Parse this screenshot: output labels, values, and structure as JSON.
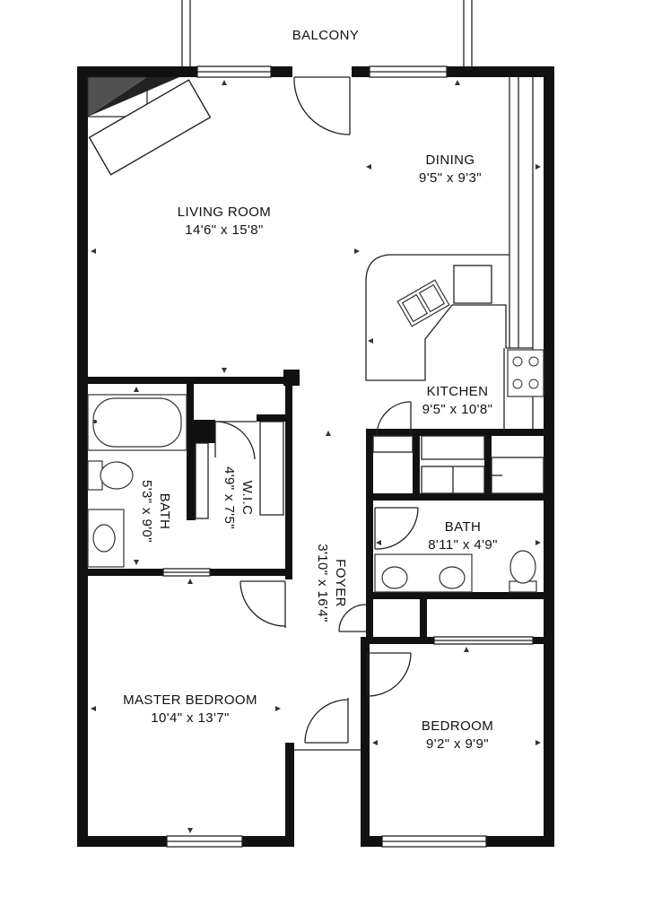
{
  "rooms": {
    "balcony": {
      "name": "BALCONY"
    },
    "living": {
      "name": "LIVING ROOM",
      "size": "14'6\" x 15'8\""
    },
    "dining": {
      "name": "DINING",
      "size": "9'5\" x 9'3\""
    },
    "kitchen": {
      "name": "KITCHEN",
      "size": "9'5\" x 10'8\""
    },
    "bath1": {
      "name": "BATH",
      "size": "5'3\" x 9'0\""
    },
    "wic": {
      "name": "W.I.C",
      "size": "4'9\" x 7'5\""
    },
    "foyer": {
      "name": "FOYER",
      "size": "3'10\" x 16'4\""
    },
    "bath2": {
      "name": "BATH",
      "size": "8'11\" x 4'9\""
    },
    "master": {
      "name": "MASTER BEDROOM",
      "size": "10'4\" x 13'7\""
    },
    "bedroom": {
      "name": "BEDROOM",
      "size": "9'2\" x 9'9\""
    }
  },
  "colors": {
    "wall": "#111111",
    "fixture": "#ffffff",
    "background": "#ffffff"
  }
}
